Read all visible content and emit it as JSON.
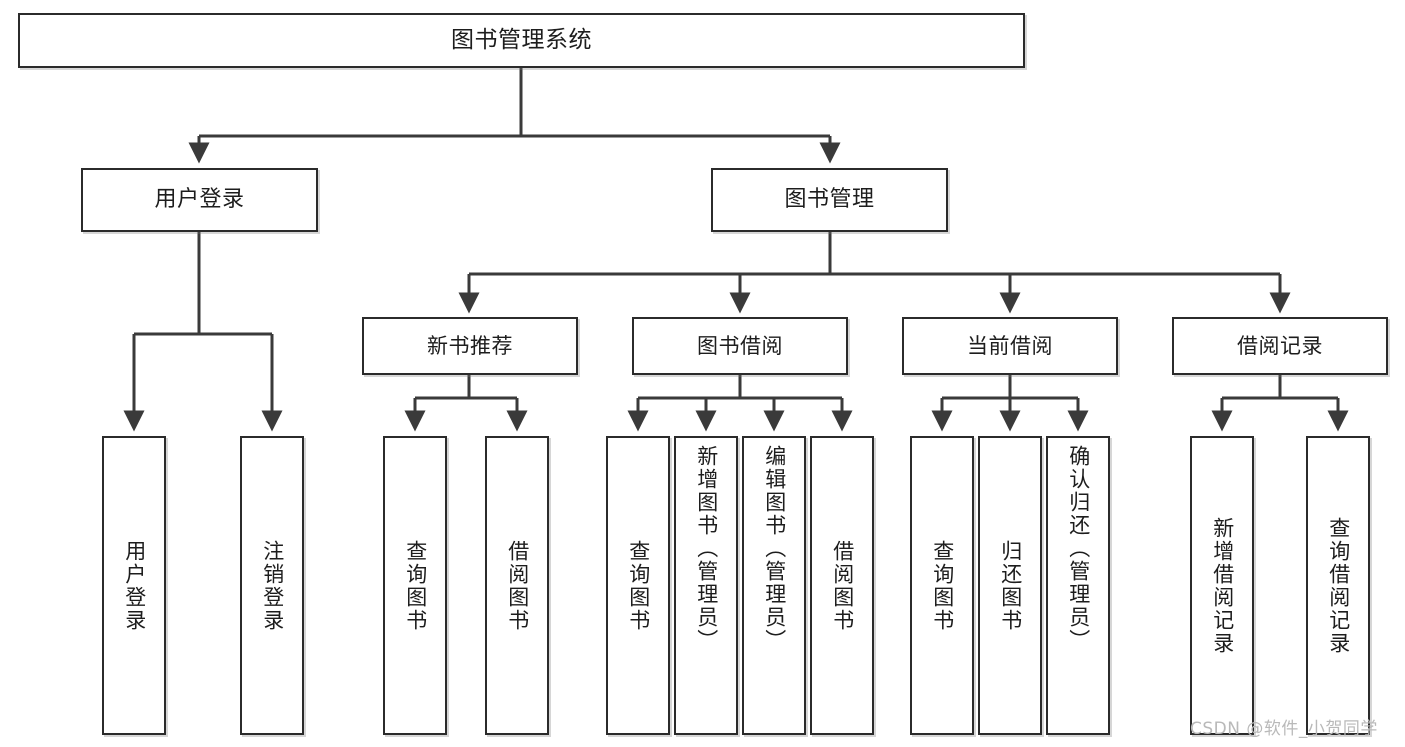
{
  "diagram": {
    "title": "图书管理系统",
    "type": "hierarchy-tree",
    "watermark": "CSDN @软件_小贺同学",
    "colors": {
      "box_border": "#2b2b2b",
      "box_fill": "#ffffff",
      "edge": "#3a3a3a",
      "text": "#1d1d1d",
      "watermark": "#b9b9b9"
    },
    "root": {
      "label": "图书管理系统"
    },
    "level2": [
      {
        "label": "用户登录"
      },
      {
        "label": "图书管理"
      }
    ],
    "level3": [
      {
        "label": "新书推荐"
      },
      {
        "label": "图书借阅"
      },
      {
        "label": "当前借阅"
      },
      {
        "label": "借阅记录"
      }
    ],
    "leaves": {
      "user_login": [
        {
          "label": "用户登录"
        },
        {
          "label": "注销登录"
        }
      ],
      "new_book": [
        {
          "label": "查询图书"
        },
        {
          "label": "借阅图书"
        }
      ],
      "book_borrow": [
        {
          "label": "查询图书"
        },
        {
          "label": "新增图书（管理员）"
        },
        {
          "label": "编辑图书（管理员）"
        },
        {
          "label": "借阅图书"
        }
      ],
      "current_borrow": [
        {
          "label": "查询图书"
        },
        {
          "label": "归还图书"
        },
        {
          "label": "确认归还（管理员）"
        }
      ],
      "borrow_record": [
        {
          "label": "新增借阅记录"
        },
        {
          "label": "查询借阅记录"
        }
      ]
    }
  }
}
